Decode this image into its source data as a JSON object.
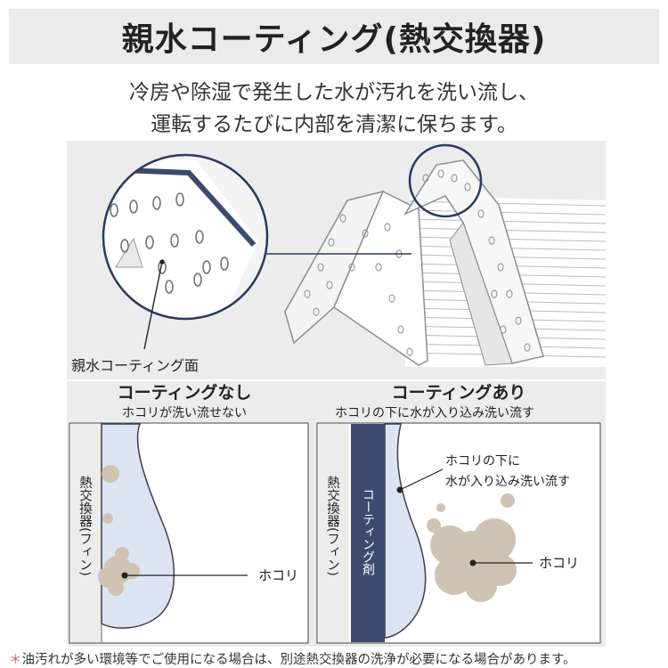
{
  "title": "親水コーティング(熱交換器)",
  "subtitle_line1": "冷房や除湿で発生した水が汚れを洗い流し、",
  "subtitle_line2": "運転するたびに内部を清潔に保ちます。",
  "top_illustration": {
    "callout_label": "親水コーティング面"
  },
  "left_panel": {
    "heading": "コーティングなし",
    "subheading": "ホコリが洗い流せない",
    "fin_label": "熱交換器(フィン)",
    "dust_label": "ホコリ"
  },
  "right_panel": {
    "heading": "コーティングあり",
    "subheading": "ホコリの下に水が入り込み洗い流す",
    "fin_label": "熱交換器(フィン)",
    "coating_label": "コーティング剤",
    "water_label_line1": "ホコリの下に",
    "water_label_line2": "水が入り込み洗い流す",
    "dust_label": "ホコリ"
  },
  "footnote_mark": "＊",
  "footnote_text": "油汚れが多い環境等でご使用になる場合は、別途熱交換器の洗浄が必要になる場合があります。",
  "colors": {
    "coating_navy": "#3b4a6e",
    "dust": "#cfc3b3",
    "water": "#dde4f1",
    "panel_bg": "#ececec",
    "asterisk": "#e0505a"
  }
}
